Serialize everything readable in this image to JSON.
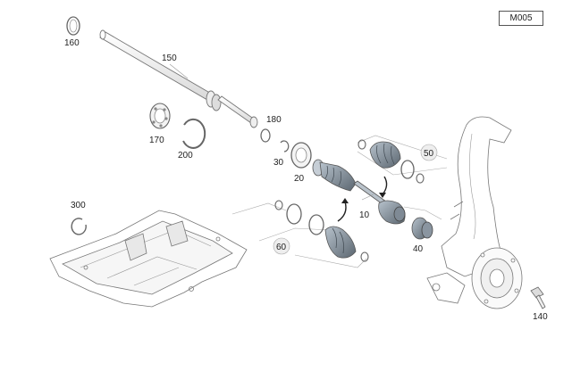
{
  "diagram": {
    "reference_code": "M005",
    "part_numbers": {
      "p160": "160",
      "p150": "150",
      "p170": "170",
      "p200": "200",
      "p180": "180",
      "p30": "30",
      "p20": "20",
      "p50": "50",
      "p10": "10",
      "p40": "40",
      "p60": "60",
      "p300": "300",
      "p140": "140"
    },
    "colors": {
      "line": "#6b6b6b",
      "joint_fill": "#8c98a4",
      "joint_dark": "#5d6873",
      "callout_circle": "#eeeeee"
    }
  }
}
